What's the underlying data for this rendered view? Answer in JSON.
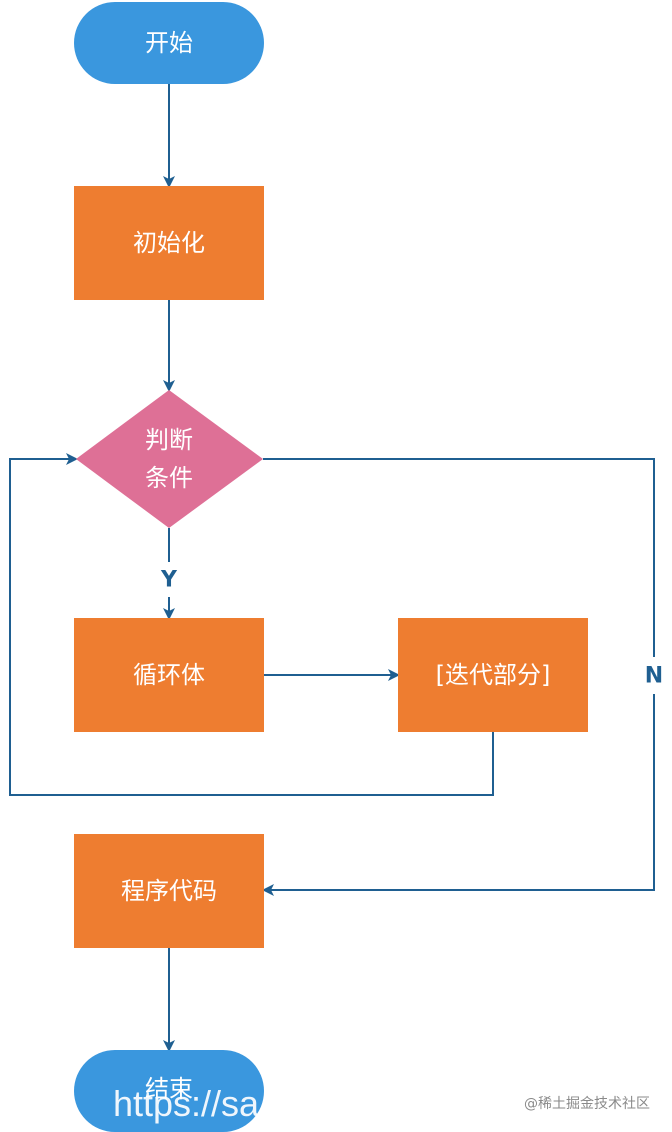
{
  "colors": {
    "start_end": "#3a97de",
    "process": "#ee7d30",
    "decision": "#de7096",
    "line": "#1f5f91",
    "text": "#ffffff",
    "watermark": "#8a8a8a"
  },
  "nodes": {
    "start": "开始",
    "init": "初始化",
    "condition_line1": "判断",
    "condition_line2": "条件",
    "loop_body": "循环体",
    "iteration": "[迭代部分]",
    "program_code": "程序代码",
    "end": "结束"
  },
  "edge_labels": {
    "yes": "Y",
    "no": "N"
  },
  "overlay_text": "https://sa",
  "watermark": "@稀土掘金技术社区"
}
